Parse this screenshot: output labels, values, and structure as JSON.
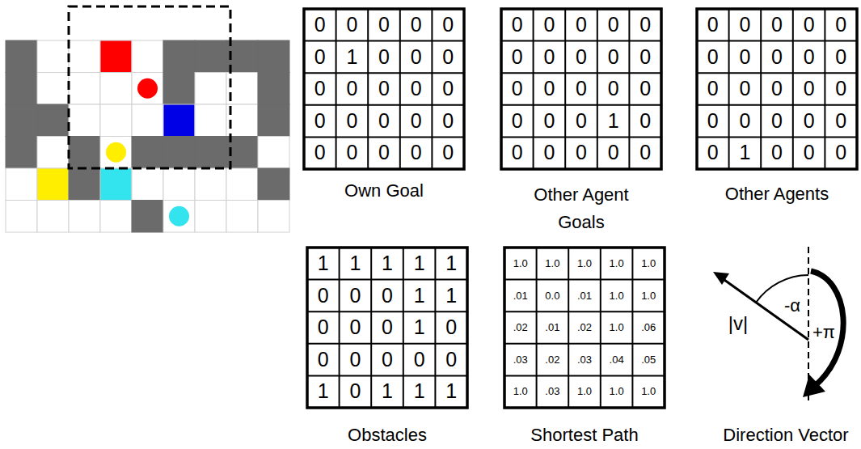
{
  "diagram": {
    "labels": [
      "0",
      "0",
      "0",
      "0",
      "0",
      "0",
      "1",
      "0",
      "0",
      "0",
      "0",
      "0",
      "0",
      "0",
      "0",
      "0",
      "0",
      "0",
      "0",
      "0",
      "0",
      "0",
      "0",
      "0",
      "0",
      "Own Goal",
      "0",
      "0",
      "0",
      "0",
      "0",
      "0",
      "0",
      "0",
      "0",
      "0",
      "0",
      "0",
      "0",
      "0",
      "0",
      "0",
      "0",
      "0",
      "1",
      "0",
      "0",
      "0",
      "0",
      "0",
      "0",
      "Other Agent Goals",
      "0",
      "0",
      "0",
      "0",
      "0",
      "0",
      "0",
      "0",
      "0",
      "0",
      "0",
      "0",
      "0",
      "0",
      "0",
      "0",
      "0",
      "0",
      "0",
      "0",
      "0",
      "1",
      "0",
      "0",
      "0",
      "Other Agents",
      "1",
      "1",
      "1",
      "1",
      "1",
      "0",
      "0",
      "0",
      "1",
      "1",
      "0",
      "0",
      "0",
      "1",
      "0",
      "0",
      "0",
      "0",
      "0",
      "0",
      "1",
      "0",
      "1",
      "1",
      "1",
      "Obstacles",
      "1.0",
      "1.0",
      "1.0",
      "1.0",
      "1.0",
      ".01",
      "0.0",
      ".01",
      "1.0",
      "1.0",
      ".02",
      ".01",
      ".02",
      "1.0",
      ".06",
      ".03",
      ".02",
      ".03",
      ".04",
      ".05",
      "1.0",
      ".03",
      "1.0",
      "1.0",
      "1.0",
      "Shortest Path",
      "|v|",
      "-α",
      "+π",
      "Direction Vector"
    ]
  }
}
